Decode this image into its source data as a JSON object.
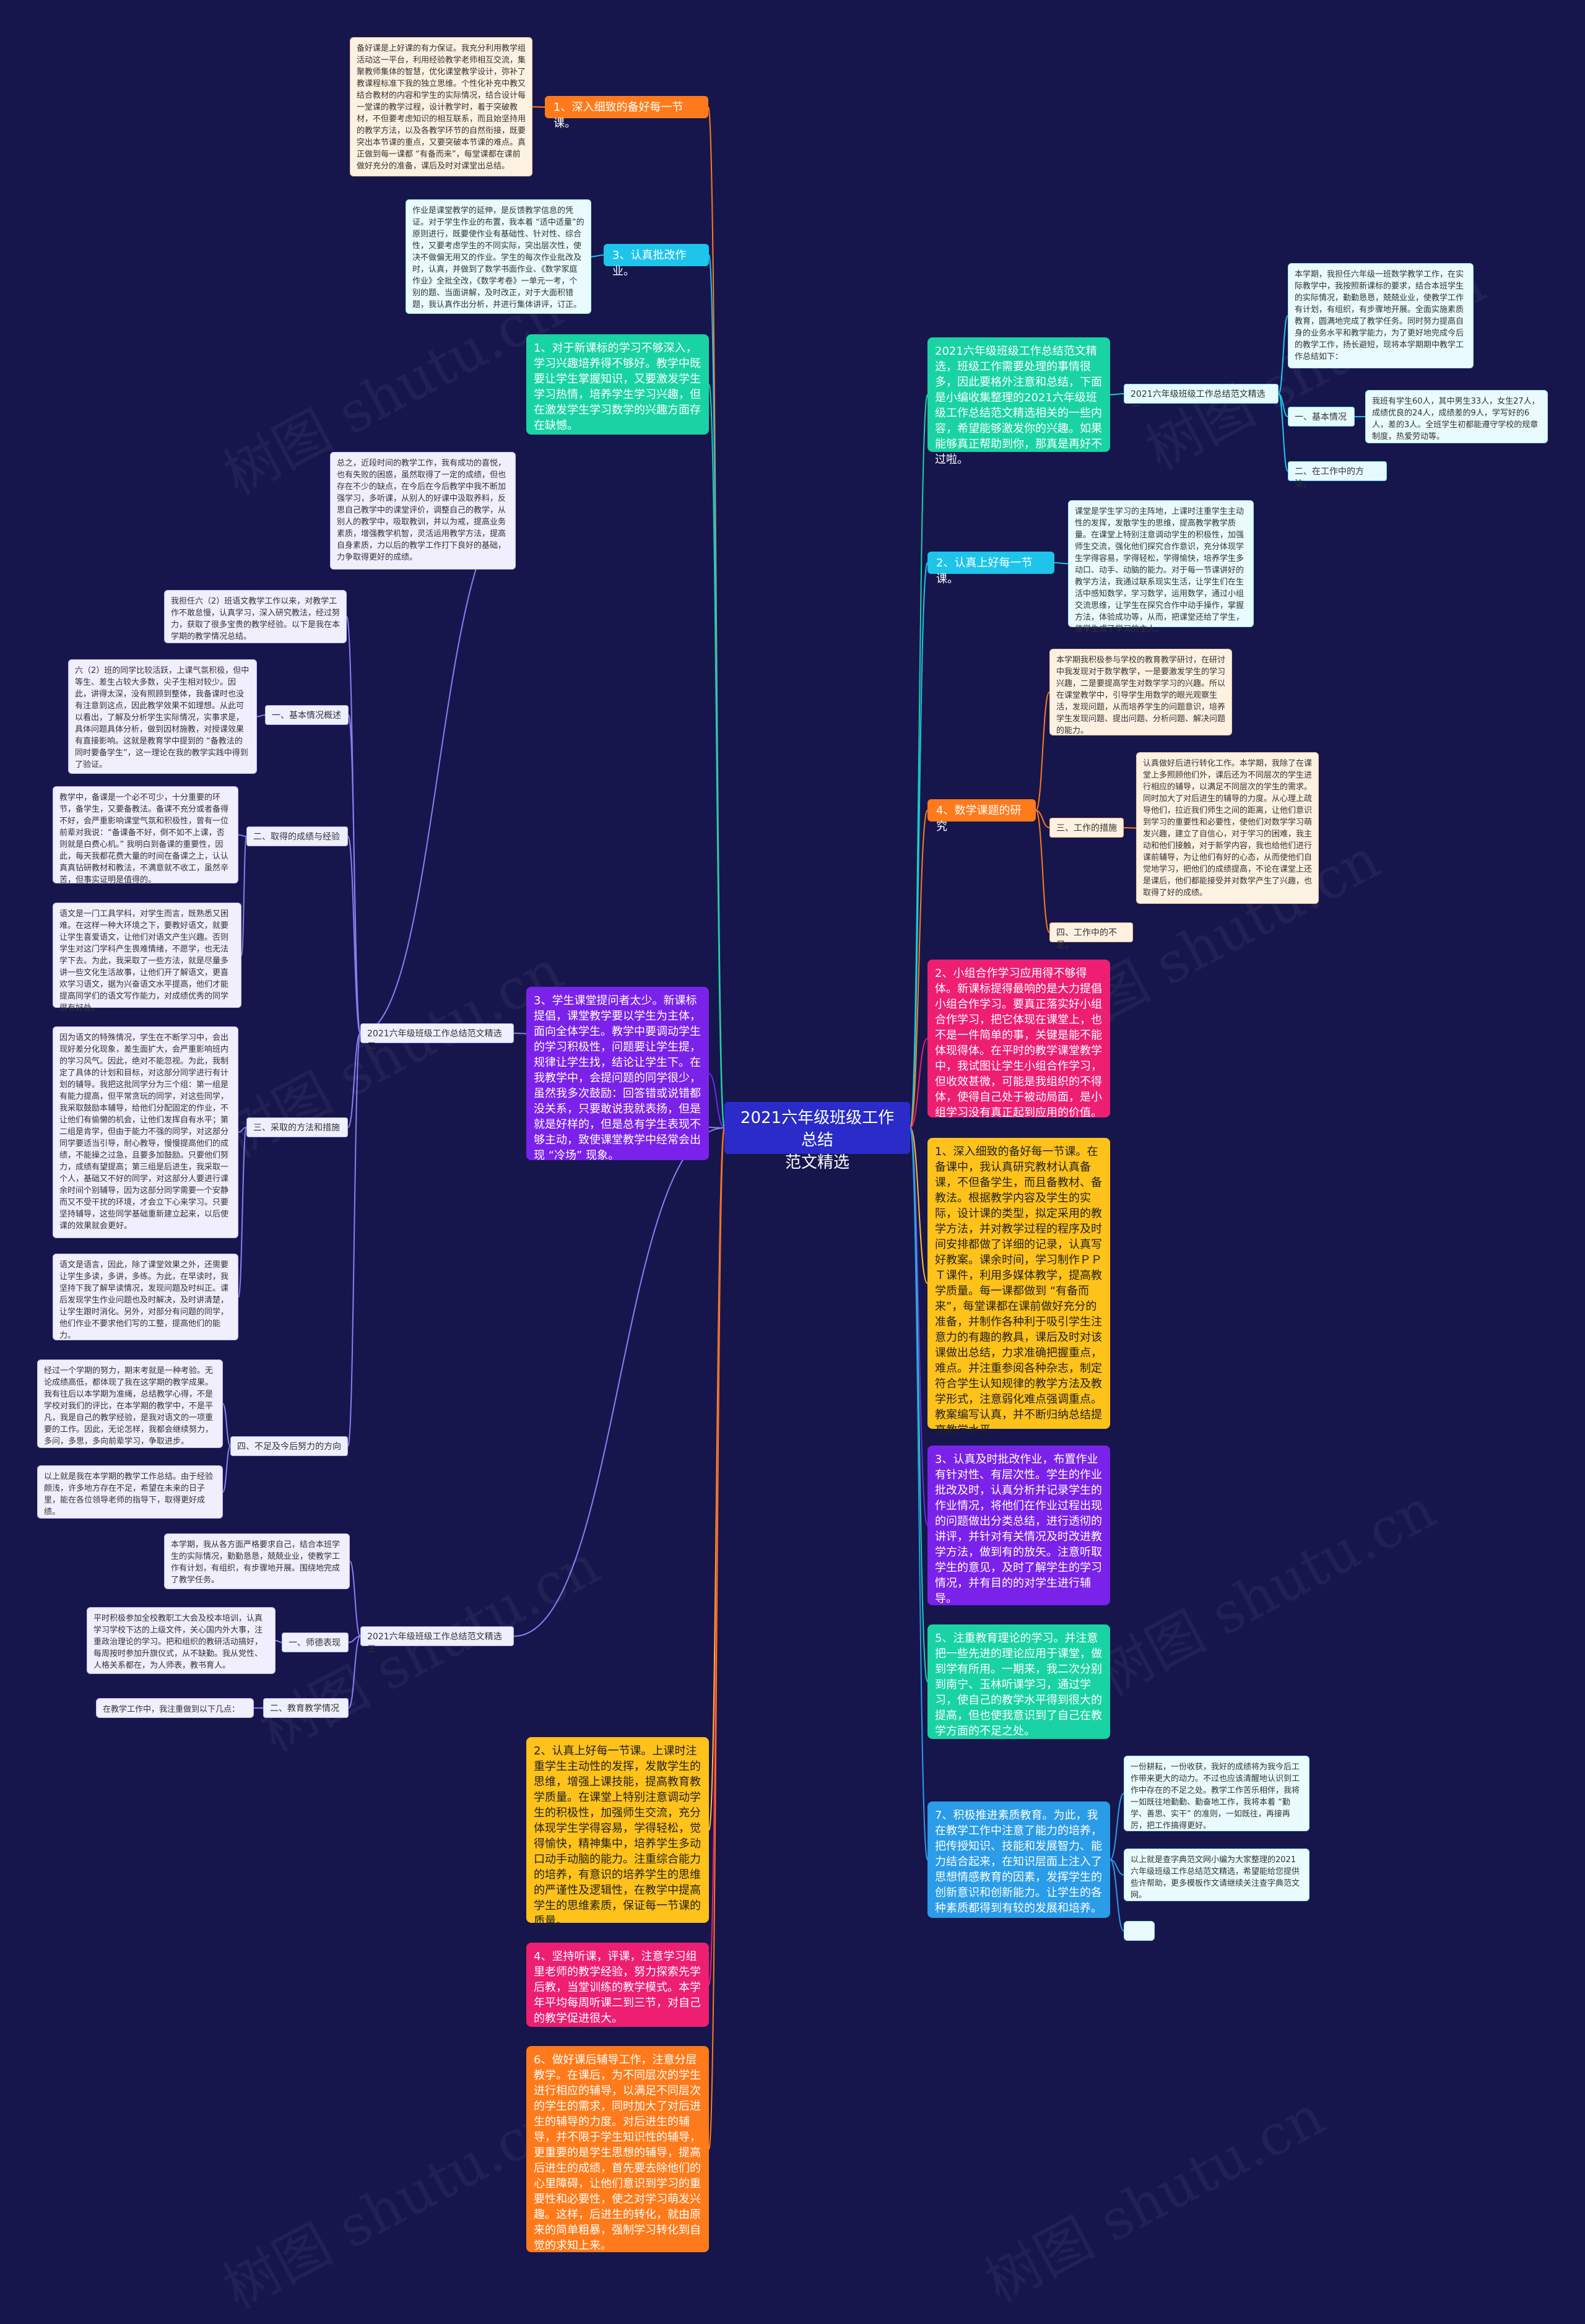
{
  "watermark": "树图 shutu.cn",
  "colors": {
    "orange": "#ff7a1a",
    "cyan": "#1ec4ea",
    "green": "#19d3a4",
    "purple": "#7a22ea",
    "magenta": "#ee1e72",
    "yellow": "#ffc21a",
    "blue": "#2a9ce8",
    "lavender": "#8a7ef0",
    "center": "#2b2bc9"
  },
  "center": {
    "text": "2021六年级班级工作总结\n范文精选"
  },
  "left": {
    "pill1": "1、深入细致的备好每一节课。",
    "pill3": "3、认真批改作业。",
    "note1": "备好课是上好课的有力保证。我充分利用教学组活动这一平台，利用经验教学老师相互交流，集聚教师集体的智慧，优化课堂教学设计，弥补了教课程标准下我的独立思维。个性化补充中教又结合教材的内容和学生的实际情况，结合设计每一堂课的教学过程，设计教学时，着于突破教材，不但要考虑知识的相互联系，而且始坚持用的教学方法，以及各教学环节的自然衔接，既要突出本节课的重点，又要突破本节课的难点。真正做到每一课都 “有备而来”，每堂课都在课前做好充分的准备，课后及时对课堂出总结。",
    "note3": "作业是课堂教学的延伸，是反馈教学信息的凭证。对于学生作业的布置，我本着 “适中适量”的原则进行，既要使作业有基础性、针对性、综合性，又要考虑学生的不同实际，突出层次性，使决不做偏无用又的作业。学生的每次作业批改及时，认真，并做到了数学书面作业、《数学家庭作业》全批全改，《数学考卷》一单元一考，个别的题、当面讲解，及时改正，对于大面积错题，我认真作出分析，并进行集体讲评，订正。",
    "b1": "1、对于新课标的学习不够深入，学习兴趣培养得不够好。教学中既要让学生掌握知识，又要激发学生学习热情，培养学生学习兴趣，但在激发学生学习数学的兴趣方面存在缺憾。",
    "b3": "3、学生课堂提问者太少。新课标提倡，课堂教学要以学生为主体，面向全体学生。教学中要调动学生的学习积极性，问题要让学生提，规律让学生找，结论让学生下。在我教学中，会提问题的同学很少，虽然我多次鼓励：回答错或说错都没关系，只要敢说我就表扬，但是就是好样的，但是总有学生表现不够主动，致使课堂教学中经常会出现 “冷场” 现象。",
    "b2": "2、认真上好每一节课。上课时注重学生主动性的发挥，发散学生的思维，增强上课技能，提高教育教学质量。在课堂上特别注意调动学生的积极性，加强师生交流，充分体现学生学得容易，学得轻松，觉得愉快，精神集中，培养学生多动口动手动脑的能力。注重综合能力的培养，有意识的培养学生的思维的严谨性及逻辑性，在教学中提高学生的思维素质，保证每一节课的质量。",
    "b4": "4、坚持听课，评课，注意学习组里老师的教学经验，努力探索先学后教，当堂训练的教学模式。本学年平均每周听课二到三节，对自己的教学促进很大。",
    "b6": "6、做好课后辅导工作，注意分层教学。在课后，为不同层次的学生进行相应的辅导，以满足不同层次的学生的需求，同时加大了对后进生的辅导的力度。对后进生的辅导，并不限于学生知识性的辅导，更重要的是学生思想的辅导，提高后进生的成绩，首先要去除他们的心里障碍，让他们意识到学习的重要性和必要性，使之对学习萌发兴趣。这样，后进生的转化，就由原来的简单粗暴，强制学习转化到自觉的求知上来。",
    "summaryA": "总之，近段时间的教学工作，我有成功的喜悦，也有失败的困惑，虽然取得了一定的成绩，但也存在不少的缺点，在今后在今后教学中我不断加强学习，多听课，从别人的好课中汲取养料，反思自己教学中的课堂评价，调整自己的教学，从别人的教学中，吸取教训，并以为戒，提高业务素质，增强教学机智，灵活运用教学方法，提高自身素质，力以后的教学工作打下良好的基础，力争取得更好的成绩。",
    "branch2": {
      "label": "2021六年级班级工作总结范文精选二",
      "intro": "我担任六（2）班语文教学工作以来，对教学工作不敢怠慢，认真学习，深入研究教法，经过努力，获取了很多宝贵的教学经验。以下是我在本学期的教学情况总结。",
      "sub1": {
        "label": "一、基本情况概述",
        "text": "六（2）班的同学比较活跃，上课气氛积极，但中等生、差生占较大多数，尖子生相对较少。因此，讲得太深，没有照顾到整体，我备课时也没有注意到这点，因此教学效果不如理想。从此可以看出，了解及分析学生实际情况，实事求是，具体问题具体分析，做到因材施教，对授课效果有直接影响。这就是教育学中提到的 “备教法的同时要备学生”，这一理论在我的教学实践中得到了验证。"
      },
      "sub2": {
        "label": "二、取得的成绩与经验",
        "text": "教学中，备课是一个必不可少，十分重要的环节，备学生，又要备教法。备课不充分或者备得不好，会严重影响课堂气氛和积极性，曾有一位前辈对我说：“备课备不好，倒不如不上课，否则就是白费心机。” 我明白到备课的重要性，因此，每天我都花费大量的时间在备课之上，认认真真钻研教材和教法，不满意就不收工，虽然辛苦，但事实证明是值得的。"
      },
      "sub2b": "语文是一门工具学科，对学生而言，既熟悉又困难。在这样一种大环境之下，要教好语文，就要让学生喜爱语文，让他们对语文产生兴趣。否则学生对这门学科产生畏难情绪，不愿学，也无法学下去。为此，我采取了一些方法，就是尽量多讲一些文化生活故事，让他们开了解语文，更喜欢学习语文，据为兴奋语文水平提高，他们才能提高同学们的语文写作能力，对成绩优秀的同学很有好处。",
      "sub3": {
        "label": "三、采取的方法和措施",
        "text": "因为语文的特殊情况，学生在不断学习中，会出现好差分化现象，差生面扩大，会严重影响班内的学习风气。因此，绝对不能忽视。为此，我制定了具体的计划和目标，对这部分同学进行有计划的辅导。我把这批同学分为三个组：第一组是有能力提高，但平常贪玩的同学，对这些同学，我采取鼓励本辅导，给他们分配固定的作业，不让他们有偷懒的机会，让他们发挥自有水平；第二组是肯学，但由于能力不强的同学，对这部分同学要适当引导，耐心教导，慢慢提高他们的成绩，不能操之过急，且要多加鼓励。只要他们努力，成绩有望提高；第三组是后进生，我采取一个人，基础又不好的同学，对这部分人要进行课余时间个别辅导，因为这部分同学需要一个安静而又不受干扰的环境，才会立下心来学习。只要坚持辅导，这些同学基础重新建立起来，以后使课的效果就会更好。"
      },
      "sub3b": "语文是语言，因此，除了课堂效果之外，还需要让学生多读，多讲，多练。为此，在早读时，我坚持下我了解早读情况，发现问题及时纠正。课后发现学生作业问题也及时解决，及时讲清楚，让学生跟时消化。另外，对部分有问题的同学，他们作业不要求他们写的工整，提高他们的能力。",
      "sub4": {
        "label": "四、不足及今后努力的方向",
        "text": "经过一个学期的努力，期末考就是一种考验。无论成绩高低，都体现了我在这学期的教学成果。我有往后以本学期为准绳，总结教学心得，不是学校对我们的评比，在本学期的教学中，不是平凡，我是自己的教学经验，是我对语文的一项重要的工作。因此，无论怎样，我都会继续努力，多问，多思，多向前辈学习，争取进步。"
      },
      "sub4b": "以上就是我在本学期的教学工作总结。由于经验颇浅，许多地方存在不足，希望在未来的日子里，能在各位领导老师的指导下，取得更好成绩。"
    },
    "branch3": {
      "label": "2021六年级班级工作总结范文精选三",
      "intro": "本学期，我从各方面严格要求自己，结合本班学生的实际情况，勤勤恳恳，兢兢业业，使教学工作有计划，有组织，有步骤地开展。围绕地完成了教学任务。",
      "sub1": {
        "label": "一、师德表现",
        "text": "平时积极参加全校教职工大会及校本培训，认真学习学校下达的上级文件，关心国内外大事，注重政治理论的学习。把和组织的教研活动搞好，每周按时参加升旗仪式，从不缺勤。我从党性、人格关系都在，为人师表，教书育人。"
      },
      "sub2": {
        "label": "二、教育教学情况",
        "text": "在教学工作中，我注重做到以下几点："
      }
    }
  },
  "right": {
    "g1": "2021六年级班级工作总结范文精选，班级工作需要处理的事情很多，因此要格外注意和总结，下面是小编收集整理的2021六年级班级工作总结范文精选相关的一些内容，希望能够激发你的兴趣。如果能够真正帮助到你，那真是再好不过啦。",
    "g1branch": {
      "label": "2021六年级班级工作总结范文精选一",
      "intro": "本学期，我担任六年级一班数学教学工作，在实际教学中，我按照新课标的要求，结合本班学生的实际情况，勤勤恳恳，兢兢业业，使教学工作有计划，有组织，有步骤地开展。全面实施素质教育，圆满地完成了教学任务。同时努力提高自身的业务水平和教学能力，为了更好地完成今后的教学工作，扬长避短，现将本学期期中教学工作总结如下：",
      "sub1": {
        "label": "一、基本情况",
        "text": "我班有学生60人，其中男生33人，女生27人，成绩优良的24人，成绩差的9人，学写好的6人，差的3人。全班学生初都能遵守学校的规章制度，热爱劳动等。"
      },
      "sub2": {
        "label": "二、在工作中的方法。"
      }
    },
    "p2": "2、认真上好每一节课。",
    "p2note": "课堂是学生学习的主阵地，上课时注重学生主动性的发挥，发散学生的思维，提高教学教学质量。在课堂上特别注意调动学生的积极性，加强师生交流，强化他们探究合作意识，充分体现学生学得容易，学得轻松，学得愉快，培养学生多动口、动手、动脑的能力。对于每一节课讲好的教学方法，我通过联系现实生活，让学生们在生活中感知数学，学习数学，运用数学，通过小组交流思维，让学生在探究合作中动手操作，掌握方法，体验成功等，从而，把课堂还给了学生，使学生成了学习的主人。",
    "p4": "4、数学课题的研究",
    "p4note": "本学期我积极参与学校的教育教学研讨，在研讨中我发现对于数学教学，一是要激发学生的学习兴趣，二是要提高学生对数学学习的兴趣。所以在课堂教学中，引导学生用数学的眼光观察生活，发现问题，从而培养学生的问题意识，培养学生发现问题、提出问题、分析问题、解决问题的能力。",
    "p4sub3": {
      "label": "三、工作的措施",
      "text": "认真做好后进行转化工作。本学期，我除了在课堂上多照顾他们外，课后还为不同层次的学生进行相应的辅导，以满足不同层次的学生的需求。同时加大了对后进生的辅导的力度。从心理上疏导他们，拉近我们师生之间的距离，让他们意识到学习的重要性和必要性，使他们对数学学习萌发兴趣，建立了自信心，对于学习的困难，我主动和他们接触，对于新学内容，我也给他们进行课前辅导，为让他们有好的心态，从而使他们自觉地学习，把他们的成绩提高，不论在课堂上还是课后，他们都能接受并对数学产生了兴趣，也取得了好的成绩。"
    },
    "p4sub4": {
      "label": "四、工作中的不足。"
    },
    "m2": "2、小组合作学习应用得不够得体。新课标提得最响的是大力提倡小组合作学习。要真正落实好小组合作学习，把它体现在课堂上，也不是一件简单的事，关键是能不能体现得体。在平时的教学课堂教学中，我试图让学生小组合作学习，但收效甚微，可能是我组织的不得体，使得自己处于被动局面，是小组学习没有真正起到应用的价值。",
    "y1": "1、深入细致的备好每一节课。在备课中，我认真研究教材认真备课，不但备学生，而且备教材、备教法。根据教学内容及学生的实际，设计课的类型，拟定采用的教学方法，并对教学过程的程序及时间安排都做了详细的记录，认真写好教案。课余时间，学习制作ＰＰＴ课件，利用多媒体教学，提高教学质量。每一课都做到 “有备而来”，每堂课都在课前做好充分的准备，并制作各种利于吸引学生注意力的有趣的教具，课后及时对该课做出总结，力求准确把握重点，难点。并注重参阅各种杂志，制定符合学生认知规律的教学方法及教学形式，注意弱化难点强调重点。教案编写认真，并不断归纳总结提高教学水平。",
    "v3": "3、认真及时批改作业，布置作业有针对性、有层次性。学生的作业批改及时，认真分析并记录学生的作业情况，将他们在作业过程出现的问题做出分类总结，进行透彻的讲评，并针对有关情况及时改进教学方法，做到有的放矢。注意听取学生的意见，及时了解学生的学习情况，并有目的的对学生进行辅导。",
    "g5": "5、注重教育理论的学习。并注意把一些先进的理论应用于课堂，做到学有所用。一期来，我二次分别到南宁、玉林听课学习，通过学习，使自己的教学水平得到很大的提高，但也使我意识到了自己在教学方面的不足之处。",
    "b7": "7、积极推进素质教育。为此，我在教学工作中注意了能力的培养，把传授知识、技能和发展智力、能力结合起来，在知识层面上注入了思想情感教育的因素，发挥学生的创新意识和创新能力。让学生的各种素质都得到有较的发展和培养。",
    "b7note1": "一份耕耘，一份收获，我好的成绩将为我今后工作带来更大的动力。不过也应该清醒地认识到工作中存在的不足之处。教学工作苦乐相伴，我将一如既往地勤勤、勤奋地工作，我将本着 “勤学、善思、实干” 的准则，一如既往，再接再厉，把工作搞得更好。",
    "b7note2": "以上就是查字典范文网小编为大家整理的2021六年级班级工作总结范文精选，希望能给您提供些许帮助，更多模板作文请继续关注查字典范文网。"
  }
}
